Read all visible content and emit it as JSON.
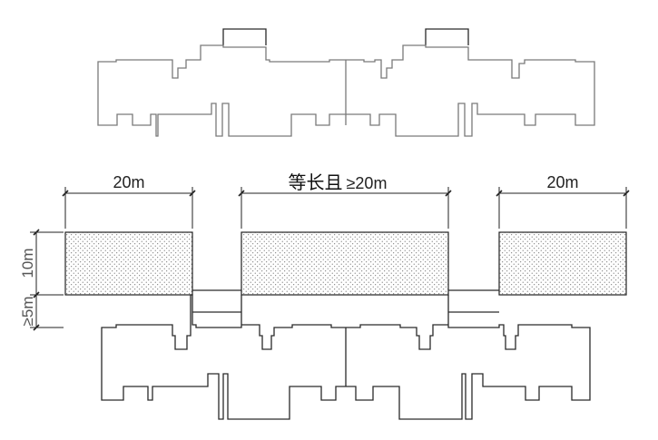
{
  "labels": {
    "left_width": "20m",
    "center_prefix": "等长且",
    "center_suffix": "≥20m",
    "right_width": "20m",
    "depth": "10m",
    "gap": "≥5m"
  },
  "colors": {
    "outline_light": "#7a7a7a",
    "outline_dark": "#2a2a2a",
    "fill_dots": "#555555"
  }
}
